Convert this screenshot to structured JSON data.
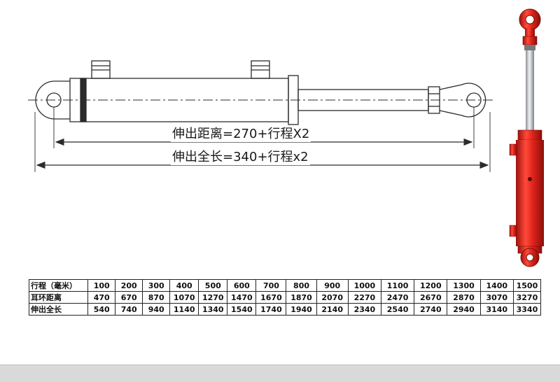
{
  "dimensions": {
    "extended_distance_label": "伸出距离=270+行程X2",
    "extended_length_label": "伸出全长=340+行程x2"
  },
  "spec_table": {
    "rows": [
      {
        "header": "行程（毫米）",
        "values": [
          "100",
          "200",
          "300",
          "400",
          "500",
          "600",
          "700",
          "800",
          "900",
          "1000",
          "1100",
          "1200",
          "1300",
          "1400",
          "1500"
        ]
      },
      {
        "header": "耳环距离",
        "values": [
          "470",
          "670",
          "870",
          "1070",
          "1270",
          "1470",
          "1670",
          "1870",
          "2070",
          "2270",
          "2470",
          "2670",
          "2870",
          "3070",
          "3270"
        ]
      },
      {
        "header": "伸出全长",
        "values": [
          "540",
          "740",
          "940",
          "1140",
          "1340",
          "1540",
          "1740",
          "1940",
          "2140",
          "2340",
          "2540",
          "2740",
          "2940",
          "3140",
          "3340"
        ]
      }
    ]
  },
  "colors": {
    "line": "#2b2b2b",
    "cylinder_red": "#e0241c",
    "rod_silver": "#c8ccd0"
  }
}
